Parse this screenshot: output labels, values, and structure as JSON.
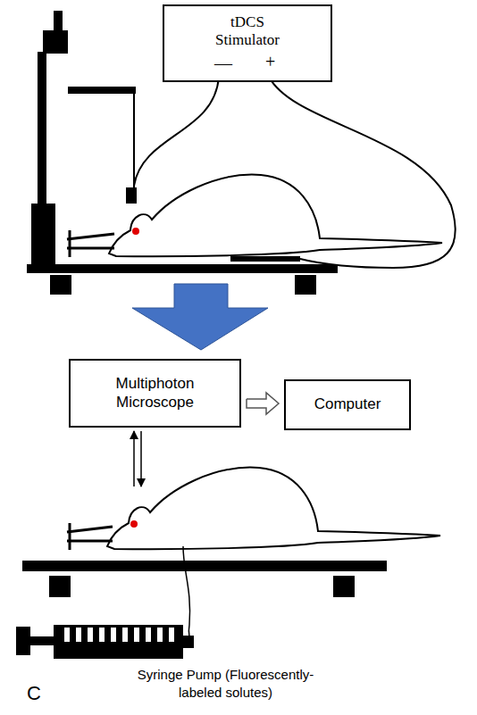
{
  "diagram": {
    "nodes": [
      {
        "text": [
          "tDCS Stimulator",
          "—",
          "+"
        ]
      },
      {
        "text": [
          "Multiphoton Microscope"
        ]
      },
      {
        "text": [
          "Computer"
        ]
      }
    ],
    "edges": [
      {
        "from": 1,
        "to": 2,
        "arrow": "to"
      }
    ],
    "labels": [
      "C",
      "Syringe Pump (Fluorescently-labeled solutes)"
    ]
  }
}
